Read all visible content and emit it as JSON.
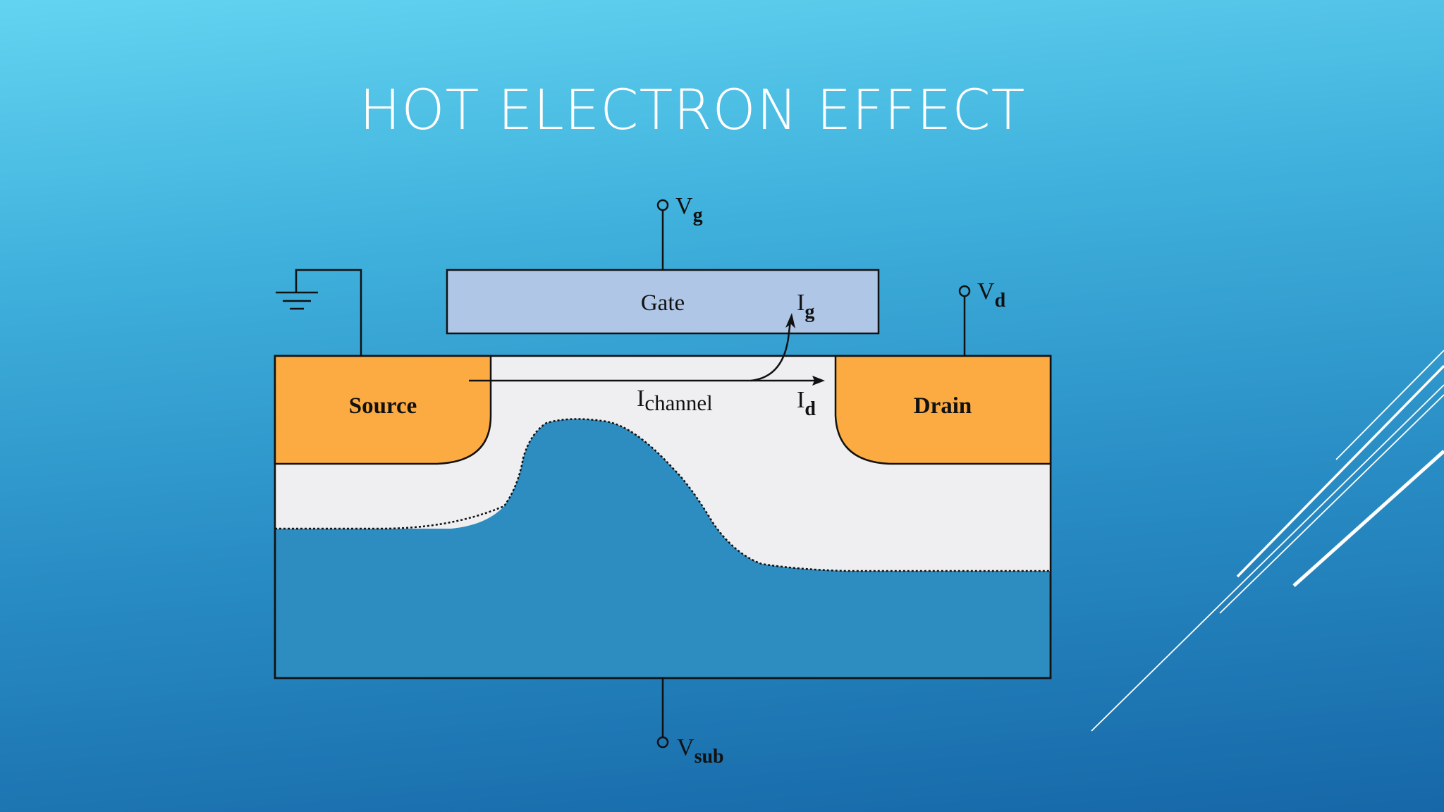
{
  "slide": {
    "title": "HOT ELECTRON EFFECT"
  },
  "diagram": {
    "labels": {
      "gate": "Gate",
      "source": "Source",
      "drain": "Drain",
      "vg_main": "V",
      "vg_sub": "g",
      "vd_main": "V",
      "vd_sub": "d",
      "vsub_main": "V",
      "vsub_sub": "sub",
      "ig_main": "I",
      "ig_sub": "g",
      "id_main": "I",
      "id_sub": "d",
      "ichannel_main": "I",
      "ichannel_sub": "channel"
    },
    "colors": {
      "gate_fill": "#afc6e6",
      "source_drain_fill": "#fbab41",
      "depletion_fill": "#efeff1",
      "substrate_fill": "#2e8dc0",
      "line": "#111111",
      "accent_white": "#ffffff"
    }
  }
}
